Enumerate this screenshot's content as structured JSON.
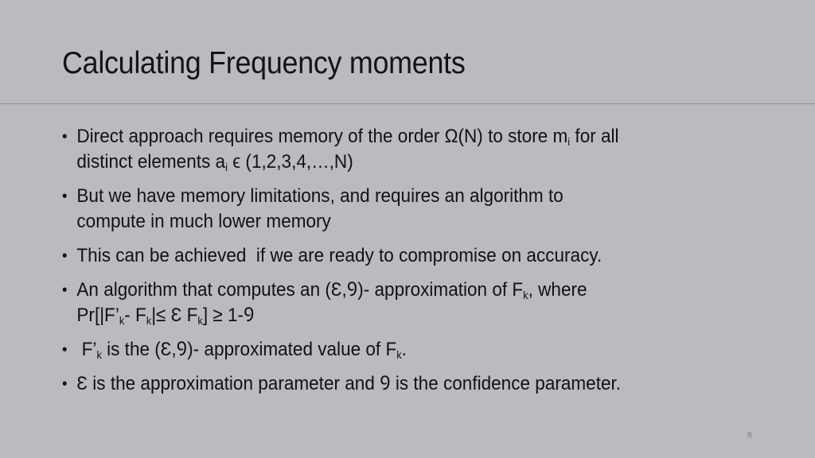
{
  "slide": {
    "title": "Calculating Frequency moments",
    "page_number": "8",
    "bullet_icon": "•",
    "bullets": [
      {
        "line1": {
          "t1": "Direct approach requires memory of the order Ω(N) to store m",
          "s1": "i",
          "t2": " for all"
        },
        "line2": {
          "t1": "distinct elements a",
          "s1": "i",
          "t2": " ϵ (1,2,3,4,…,N)"
        }
      },
      {
        "line1": {
          "t1": "But we have memory limitations, and requires an algorithm to"
        },
        "line2": {
          "t1": "compute in much lower memory"
        }
      },
      {
        "line1": {
          "t1": "This can be achieved  if we are ready to compromise on accuracy."
        }
      },
      {
        "line1": {
          "t1": "An algorithm that computes an (Ɛ,Ꝯ)- approximation of F",
          "s1": "k",
          "t2": ", where"
        },
        "line2": {
          "t1": "Pr[|F’",
          "s1": "k",
          "t2": "- F",
          "s2": "k",
          "t3": "|≤ Ɛ F",
          "s3": "k",
          "t4": "] ≥ 1-Ꝯ"
        }
      },
      {
        "line1": {
          "t1": " F’",
          "s1": "k",
          "t2": " is the (Ɛ,Ꝯ)- approximated value of F",
          "s2": "k",
          "t3": "."
        }
      },
      {
        "line1": {
          "t1": "Ɛ is the approximation parameter and Ꝯ is the confidence parameter."
        }
      }
    ]
  }
}
